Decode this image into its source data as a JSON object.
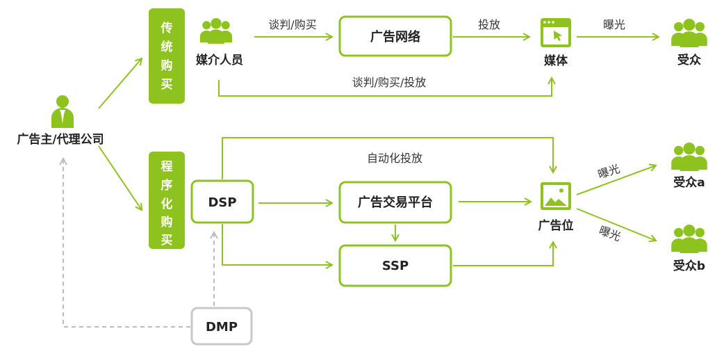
{
  "advertiser": {
    "label": "广告主/代理公司",
    "icon": "person-icon"
  },
  "traditional": {
    "bar_chars": [
      "传",
      "统",
      "购",
      "买"
    ],
    "media_buyer": "媒介人员",
    "network": "广告网络",
    "media": "媒体",
    "audience": "受众",
    "edge_negotiate": "谈判/购买",
    "edge_deliver": "投放",
    "edge_exposure": "曝光",
    "edge_direct": "谈判/购买/投放"
  },
  "programmatic": {
    "bar_chars": [
      "程",
      "序",
      "化",
      "购",
      "买"
    ],
    "dsp": "DSP",
    "exchange": "广告交易平台",
    "ssp": "SSP",
    "dmp": "DMP",
    "ad_slot": "广告位",
    "auto_deliver": "自动化投放",
    "exposure_a": "曝光",
    "exposure_b": "曝光",
    "audience_a": "受众a",
    "audience_b": "受众b"
  },
  "colors": {
    "accent": "#8dc21f",
    "gray": "#bdbdbd",
    "text": "#222222"
  }
}
